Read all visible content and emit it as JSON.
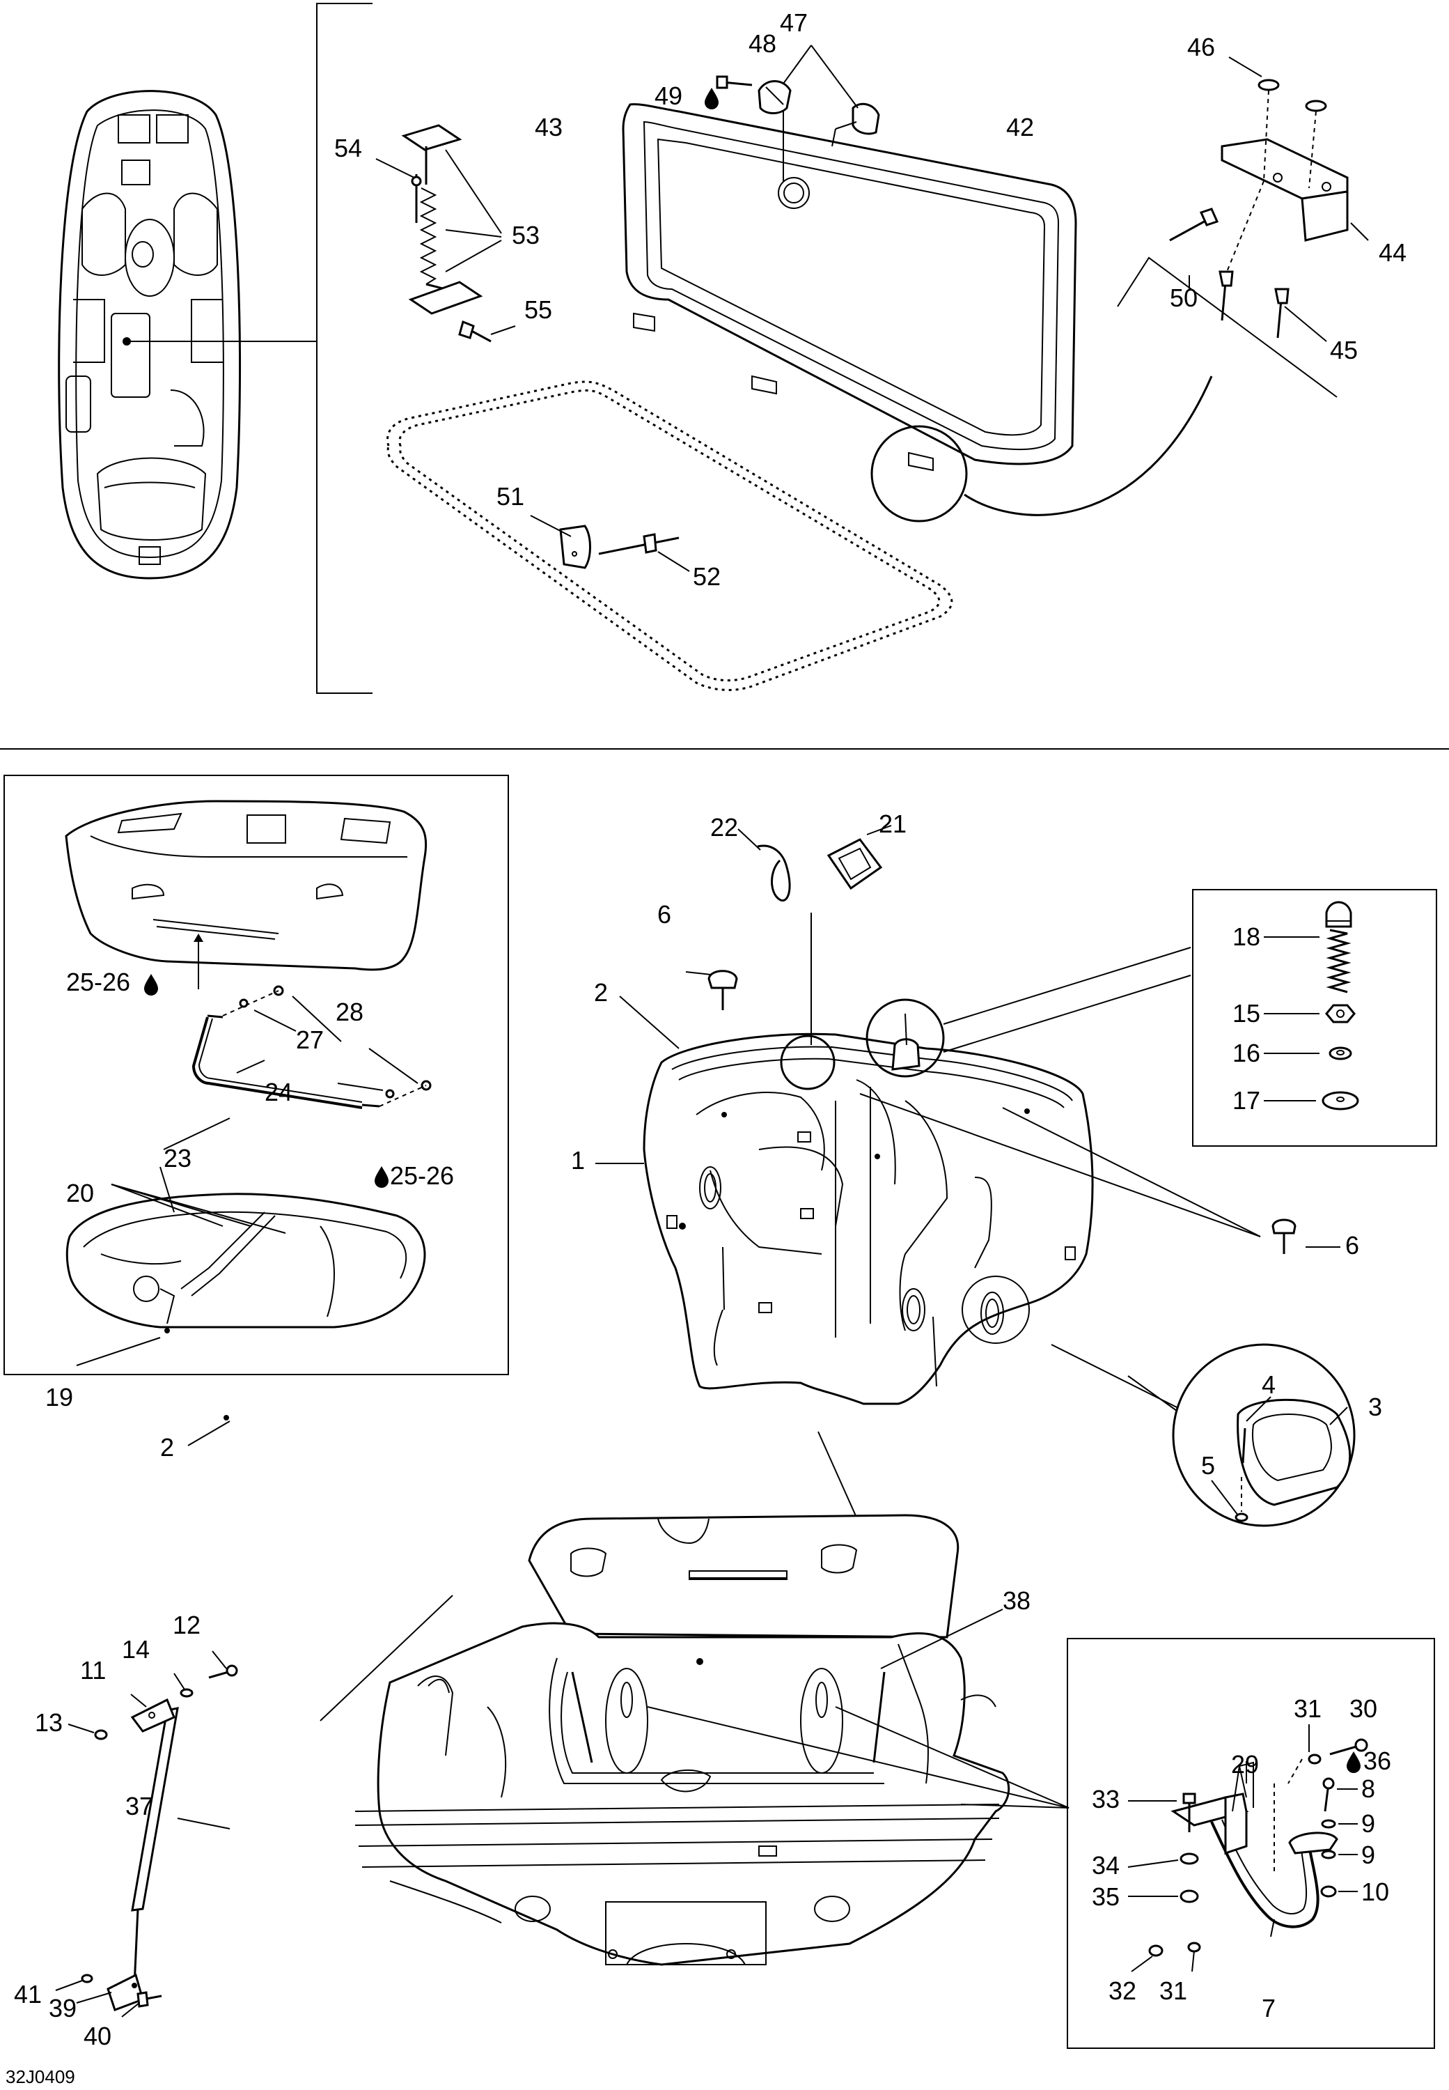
{
  "labels": {
    "n1": "1",
    "n2": "2",
    "n3": "3",
    "n4": "4",
    "n5": "5",
    "n6": "6",
    "n7": "7",
    "n8": "8",
    "n9": "9",
    "n10": "10",
    "n11": "11",
    "n12": "12",
    "n13": "13",
    "n14": "14",
    "n16": "16",
    "n15": "15",
    "n17": "17",
    "n18": "18",
    "n19": "19",
    "n20": "20",
    "n21": "21",
    "n22": "22",
    "n23": "23",
    "n24": "24",
    "n27": "27",
    "n28": "28",
    "n25_26": "25-26",
    "n29": "29",
    "n30": "30",
    "n31": "31",
    "n32": "32",
    "n33": "33",
    "n34": "34",
    "n35": "35",
    "n36": "36",
    "n37": "37",
    "n38": "38",
    "n39": "39",
    "n40": "40",
    "n41": "41",
    "n42": "42",
    "n43": "43",
    "n44": "44",
    "n45": "45",
    "n46": "46",
    "n47": "47",
    "n48": "48",
    "n49": "49",
    "n50": "50",
    "n51": "51",
    "n52": "52",
    "n53": "53",
    "n54": "54",
    "n55": "55"
  },
  "drop_icon": "oil-drop-icon",
  "reference_code": "32J0409"
}
